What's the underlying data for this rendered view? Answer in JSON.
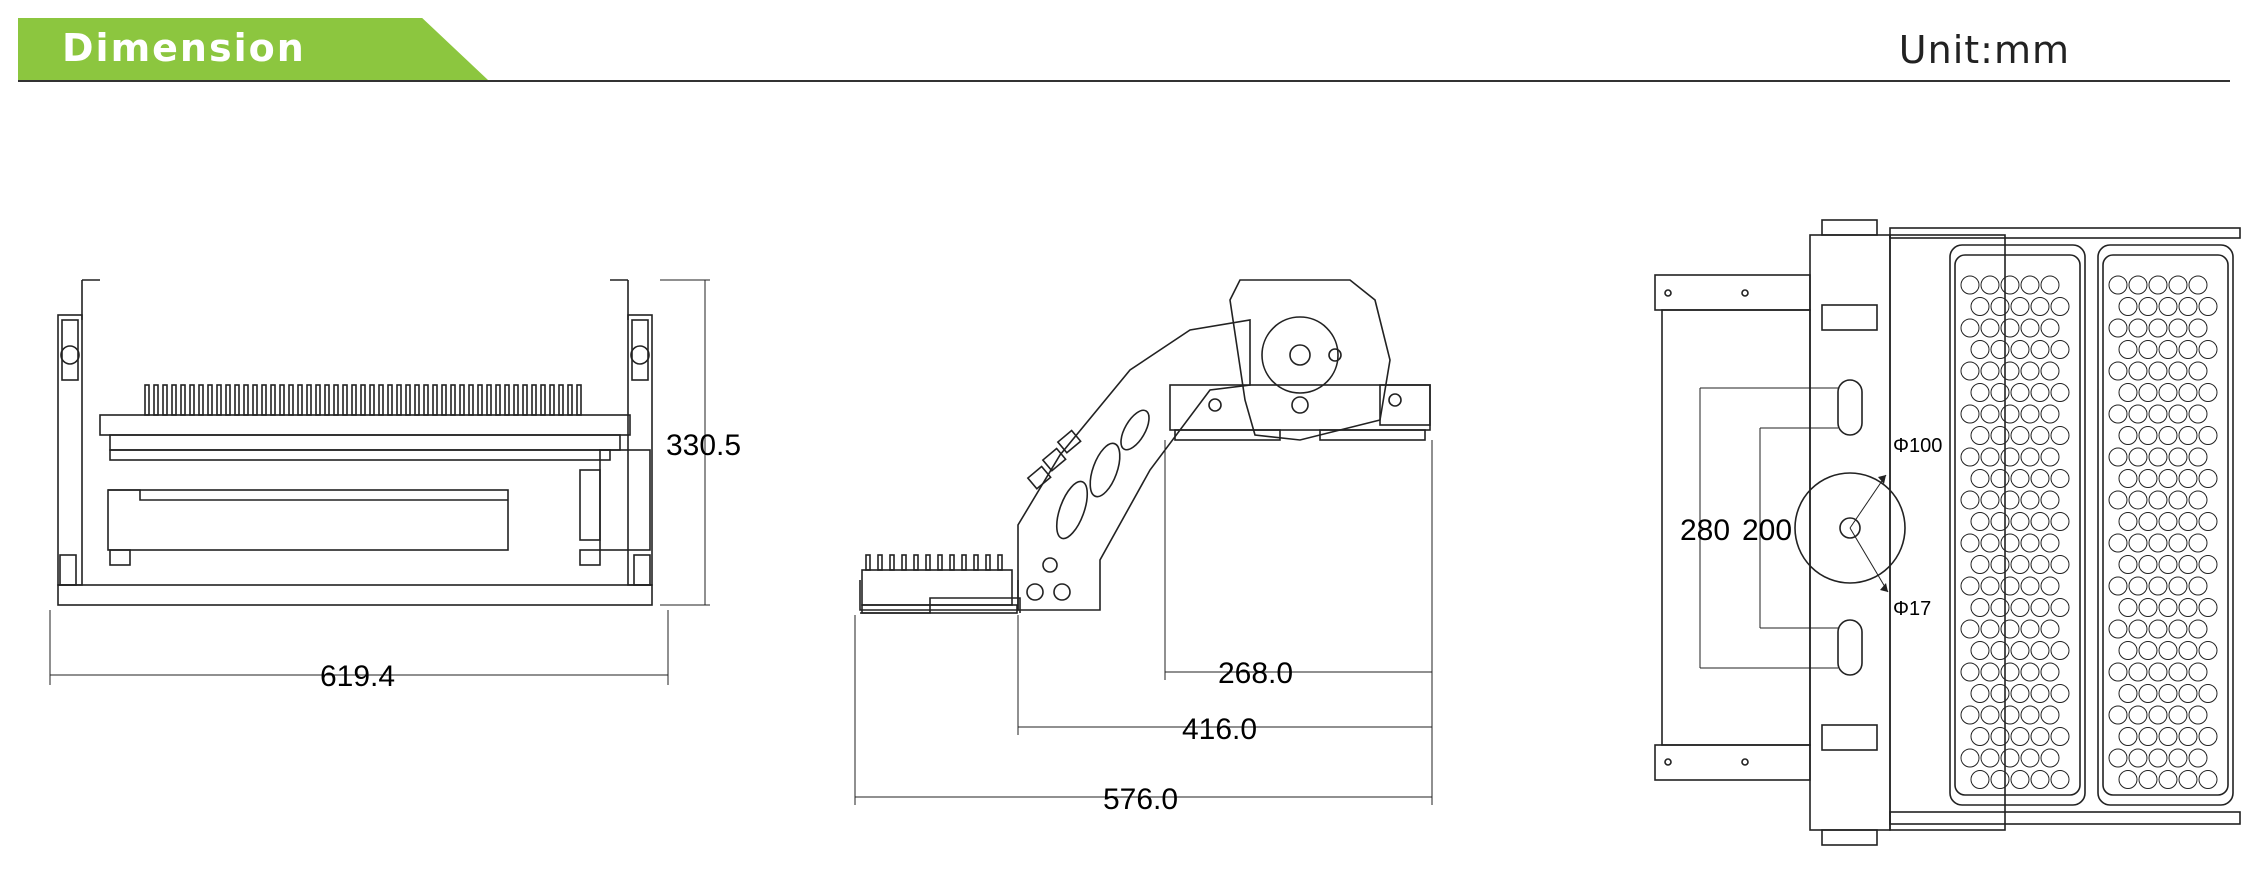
{
  "header": {
    "title": "Dimension",
    "unit": "Unit:mm"
  },
  "front_view": {
    "height": "330.5",
    "width": "619.4"
  },
  "side_view": {
    "dim_a": "268.0",
    "dim_b": "416.0",
    "dim_c": "576.0"
  },
  "top_view": {
    "outer_span": "280",
    "inner_span": "200",
    "large_hole": "Φ100",
    "small_hole": "Φ17"
  },
  "colors": {
    "accent": "#8cc63f",
    "line": "#222222"
  }
}
